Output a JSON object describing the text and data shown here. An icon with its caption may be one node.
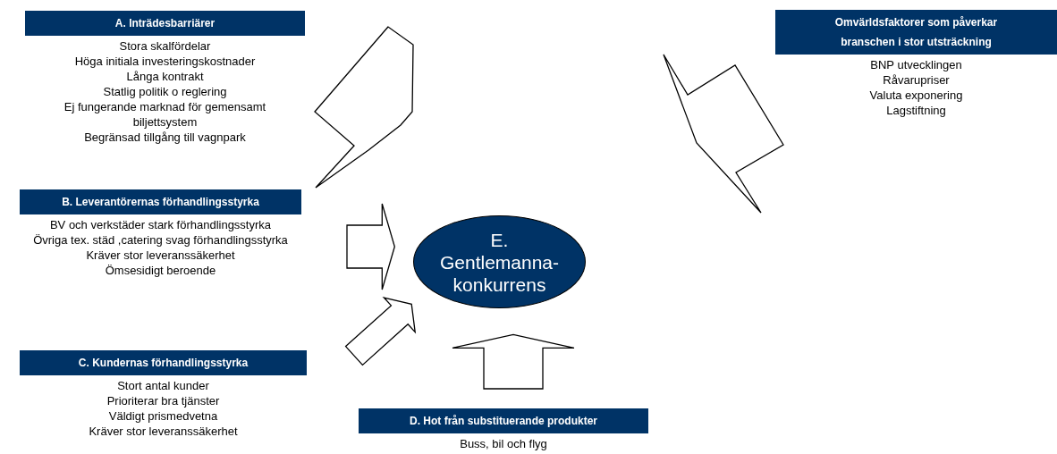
{
  "diagram": {
    "nodes": [
      {
        "text": [
          "A. Inträdesbarriärer",
          "Stora skalfördelar",
          "Höga initiala investeringskostnader",
          "Långa kontrakt",
          "Statlig politik o reglering",
          "Ej fungerande marknad för gemensamt biljettsystem",
          "Begränsad tillgång till vagnpark"
        ]
      },
      {
        "text": [
          "Omvärldsfaktorer som påverkar branschen i stor utsträckning",
          "BNP utvecklingen",
          "Råvarupriser",
          "Valuta exponering",
          "Lagstiftning"
        ]
      },
      {
        "text": [
          "B. Leverantörernas förhandlingsstyrka",
          "BV och verkstäder stark förhandlingsstyrka",
          "Övriga tex. städ ,catering svag förhandlingsstyrka",
          "Kräver stor leveranssäkerhet",
          "Ömsesidigt beroende"
        ]
      },
      {
        "text": [
          "E. Gentlemanna-konkurrens"
        ]
      },
      {
        "text": [
          "C. Kundernas förhandlingsstyrka",
          "Stort antal kunder",
          "Prioriterar bra tjänster",
          "Väldigt prismedvetna",
          "Kräver stor leveranssäkerhet"
        ]
      },
      {
        "text": [
          "D. Hot från substituerande produkter",
          "Buss, bil och flyg"
        ]
      }
    ],
    "edges": [
      {
        "from": 2,
        "to": 3,
        "arrow": "to"
      },
      {
        "from": 4,
        "to": 3,
        "arrow": "to"
      },
      {
        "from": 5,
        "to": 3,
        "arrow": "to"
      }
    ]
  }
}
